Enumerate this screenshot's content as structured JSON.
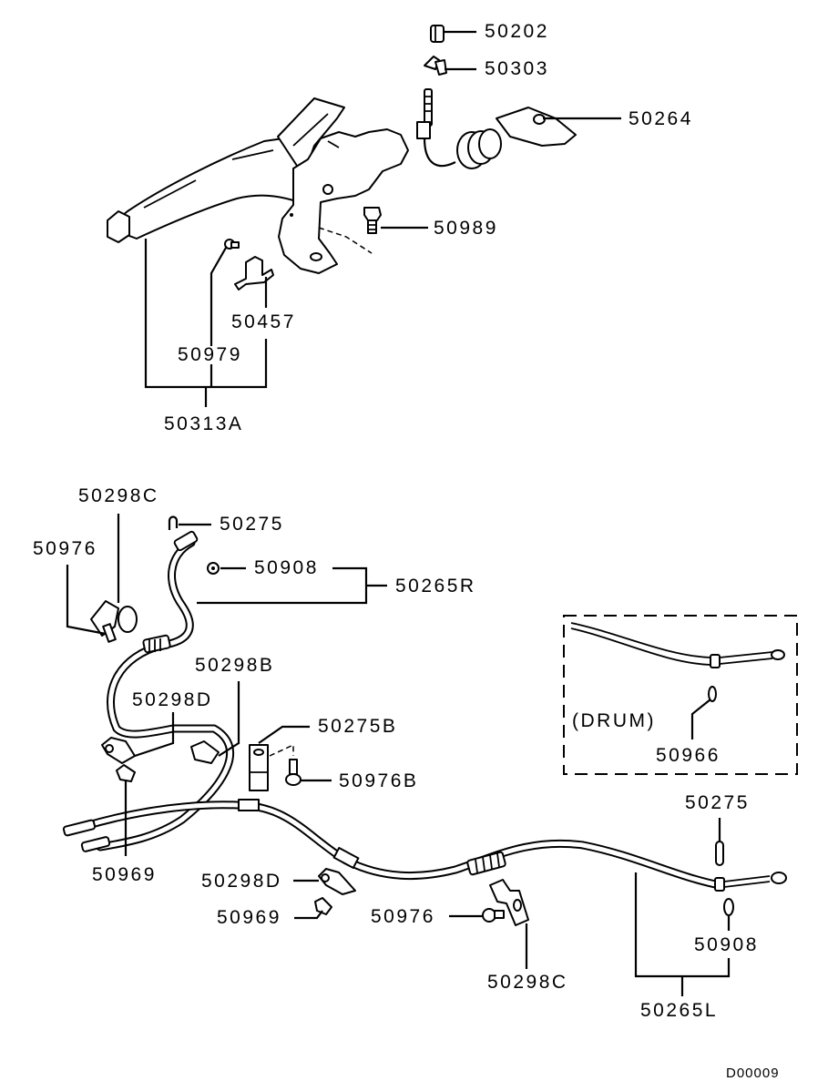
{
  "diagram": {
    "title": "Parking brake lever and cables",
    "drawing_code": "D00009",
    "inset_label": "(DRUM)",
    "parts": {
      "nut_top": "50202",
      "clip_top": "50303",
      "switch_assy": "50264",
      "bolt_lever": "50989",
      "bracket_small": "50457",
      "screw_small": "50979",
      "lever_assy": "50313A",
      "clamp_c_upper": "50298C",
      "bolt_upper_left": "50976",
      "pin_upper": "50275",
      "grommet_upper": "50908",
      "cable_right": "50265R",
      "clamp_b": "50298B",
      "clamp_d_upper": "50298D",
      "clip_b": "50275B",
      "bolt_b": "50976B",
      "clip_lower_left": "50969",
      "inset_clip": "50966",
      "pin_lower": "50275",
      "clamp_d_lower": "50298D",
      "clip_lower": "50969",
      "bolt_lower": "50976",
      "clamp_c_lower": "50298C",
      "grommet_lower": "50908",
      "cable_left": "50265L"
    }
  }
}
